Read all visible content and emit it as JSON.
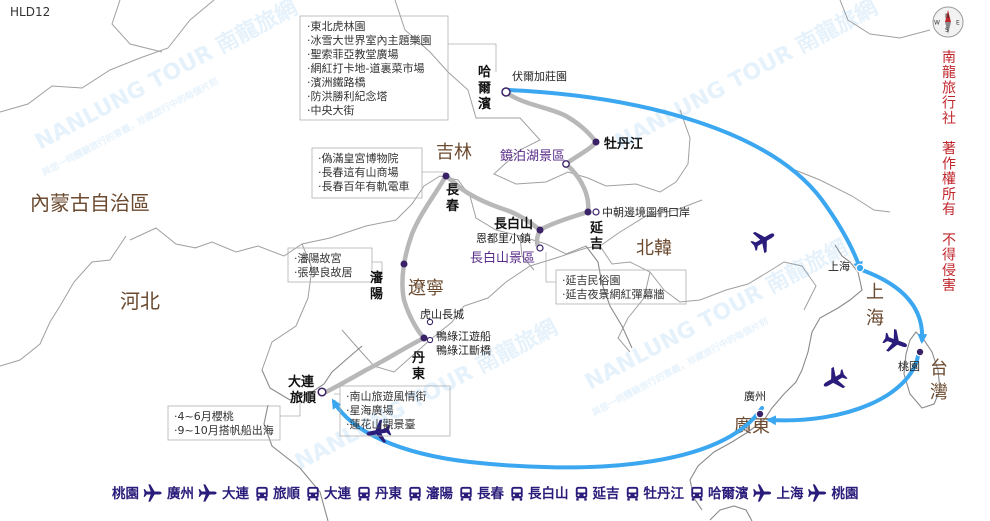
{
  "code": "HLD12",
  "copyright": "南龍旅行社 著作權所有 不得侵害",
  "watermark": {
    "brand": "NANLUNG TOUR 南龍旅網",
    "slogan": "與您一同體驗旅行的意義，珍藏旅行中的每個片刻"
  },
  "compass": [
    "N",
    "E",
    "S",
    "W"
  ],
  "regions": {
    "neimenggu": "內蒙古自治區",
    "hebei": "河北",
    "jilin": "吉林",
    "liaoning": "遼寧",
    "north_korea": "北韓",
    "shanghai": "上海",
    "guangdong": "廣東",
    "taiwan": "台灣"
  },
  "cities": {
    "harbin": "哈爾濱",
    "mudanjiang": "牡丹江",
    "changchun": "長春",
    "changbaishan": "長白山",
    "erdaobaihe": "恩都里小鎮",
    "yanji": "延吉",
    "shenyang": "瀋陽",
    "dandong": "丹東",
    "dalian": "大連",
    "lushun": "旅順",
    "shanghai": "上海",
    "taoyuan": "桃園",
    "guangzhou": "廣州"
  },
  "spots": {
    "volga": "伏爾加莊園",
    "border": "中朝邊境圖們口岸",
    "hushan": "虎山長城",
    "yalu_cruise": "鴨綠江遊船",
    "yalu_bridge": "鴨綠江斷橋"
  },
  "scenic": {
    "jingpo": "鏡泊湖景區",
    "changbai": "長白山景區"
  },
  "boxes": {
    "harbin": [
      "東北虎林園",
      "冰雪大世界室內主題樂園",
      "聖索菲亞教堂廣場",
      "網紅打卡地-道裏菜市場",
      "濱洲鐵路橋",
      "防洪勝利紀念塔",
      "中央大街"
    ],
    "changchun": [
      "偽滿皇宮博物院",
      "長春這有山商場",
      "長春百年有軌電車"
    ],
    "shenyang": [
      "瀋陽故宮",
      "張學良故居"
    ],
    "yanji": [
      "延吉民俗園",
      "延吉夜景網紅彈幕牆"
    ],
    "dalian": [
      "南山旅遊風情街",
      "星海廣場",
      "蓮花山觀景臺"
    ],
    "lushun": [
      "4~6月櫻桃",
      "9~10月搭帆船出海"
    ]
  },
  "route": [
    {
      "city": "桃園",
      "mode": "plane"
    },
    {
      "city": "廣州",
      "mode": "plane"
    },
    {
      "city": "大連",
      "mode": "bus"
    },
    {
      "city": "旅順",
      "mode": "bus"
    },
    {
      "city": "大連",
      "mode": "bus"
    },
    {
      "city": "丹東",
      "mode": "bus"
    },
    {
      "city": "瀋陽",
      "mode": "bus"
    },
    {
      "city": "長春",
      "mode": "bus"
    },
    {
      "city": "長白山",
      "mode": "bus"
    },
    {
      "city": "延吉",
      "mode": "bus"
    },
    {
      "city": "牡丹江",
      "mode": "bus"
    },
    {
      "city": "哈爾濱",
      "mode": "plane"
    },
    {
      "city": "上海",
      "mode": "plane"
    },
    {
      "city": "桃園",
      "mode": "end"
    }
  ],
  "colors": {
    "flight": "#3ba7f0",
    "ground": "#b8b8b8",
    "plane": "#2a1c7a",
    "marker": "#3a2266",
    "copyright": "#c0272d"
  }
}
